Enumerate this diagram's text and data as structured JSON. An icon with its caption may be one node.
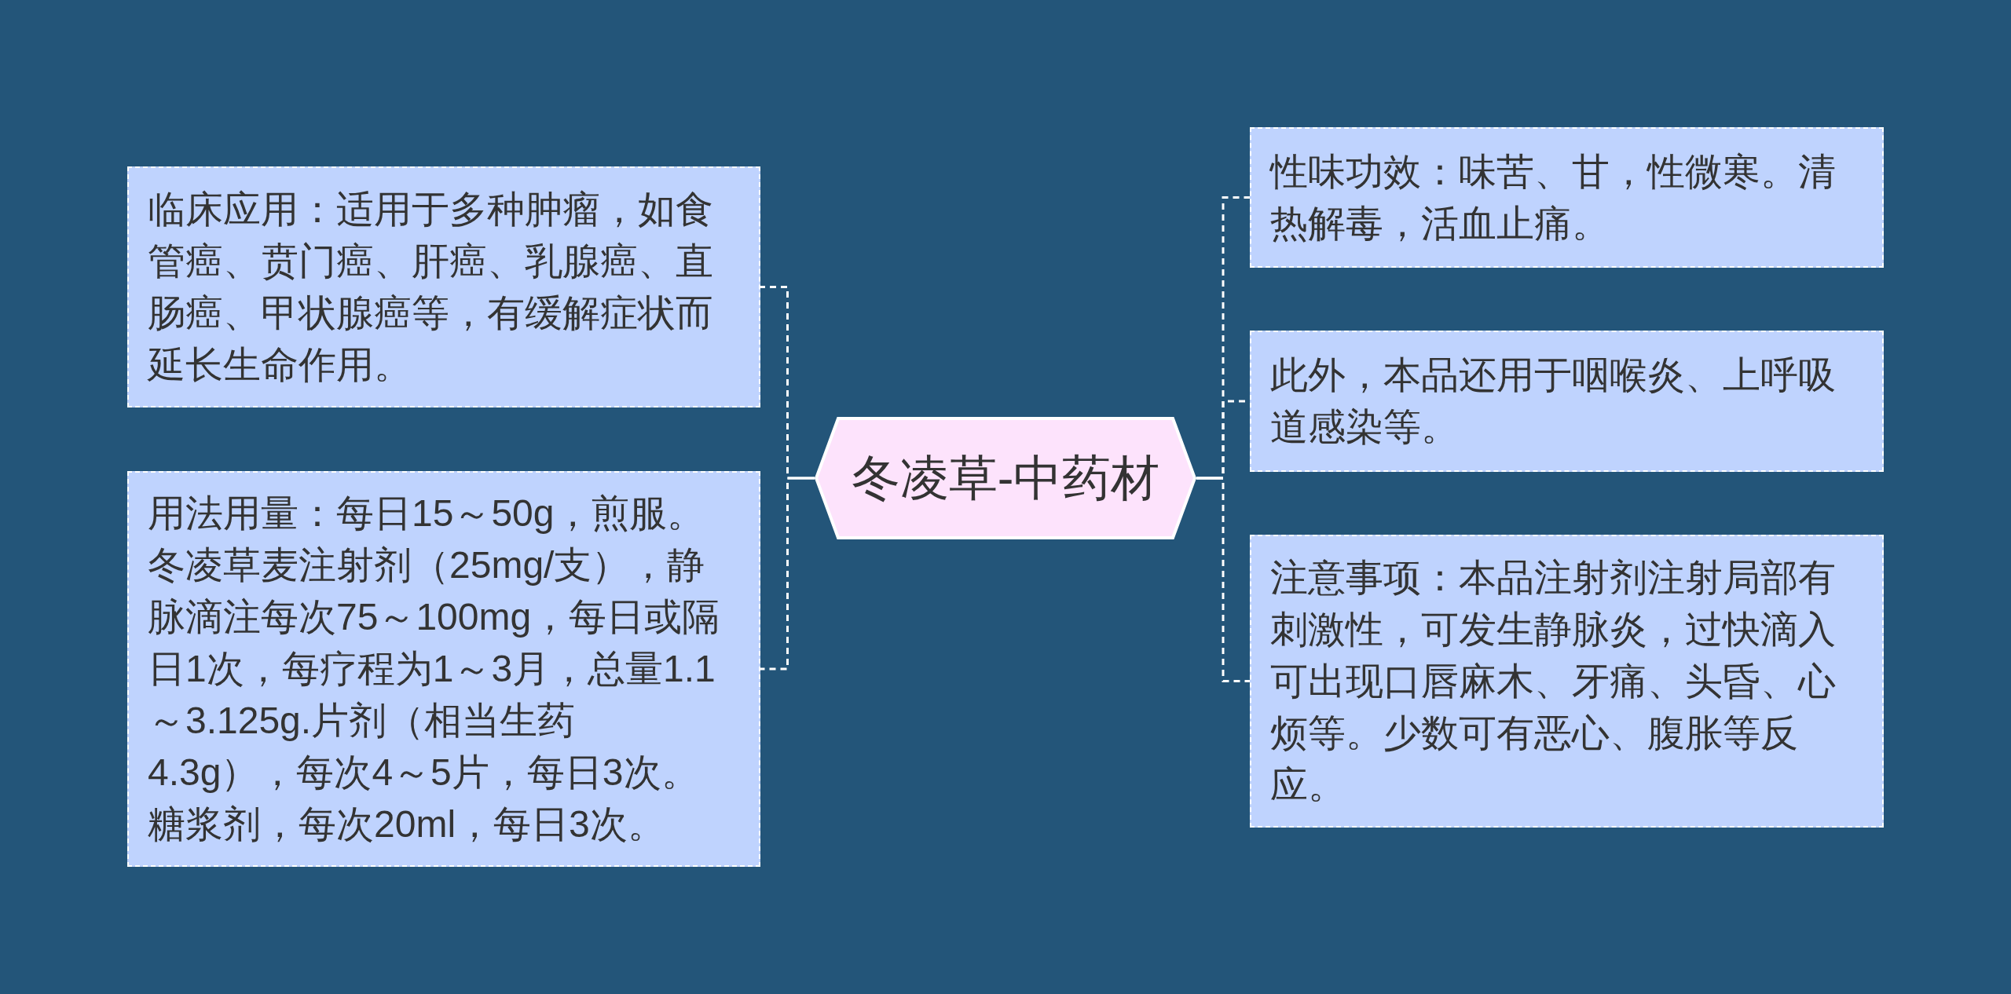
{
  "diagram": {
    "nodes": [
      {
        "text": [
          "冬凌草-中药材"
        ]
      },
      {
        "text": [
          "临床应用：适用于多种肿瘤，如食管癌、贲门癌、肝癌、乳腺癌、直肠癌、甲状腺癌等，有缓解症状而延长生命作用。"
        ]
      },
      {
        "text": [
          "用法用量：每日15～50g，煎服。冬凌草麦注射剂（25mg/支），静脉滴注每次75～100mg，每日或隔日1次，每疗程为1～3月，总量1.1～3.125g.片剂（相当生药4.3g），每次4～5片，每日3次。糖浆剂，每次20ml，每日3次。"
        ]
      },
      {
        "text": [
          "性味功效：味苦、甘，性微寒。清热解毒，活血止痛。"
        ]
      },
      {
        "text": [
          "此外，本品还用于咽喉炎、上呼吸道感染等。"
        ]
      },
      {
        "text": [
          "注意事项：本品注射剂注射局部有刺激性，可发生静脉炎，过快滴入可出现口唇麻木、牙痛、头昏、心烦等。少数可有恶心、腹胀等反应。"
        ]
      }
    ],
    "edges": [
      {
        "from": 0,
        "to": 1,
        "arrow": "none",
        "style": "dashed"
      },
      {
        "from": 0,
        "to": 2,
        "arrow": "none",
        "style": "dashed"
      },
      {
        "from": 0,
        "to": 3,
        "arrow": "none",
        "style": "dashed"
      },
      {
        "from": 0,
        "to": 4,
        "arrow": "none",
        "style": "dashed"
      },
      {
        "from": 0,
        "to": 5,
        "arrow": "none",
        "style": "dashed"
      }
    ]
  }
}
